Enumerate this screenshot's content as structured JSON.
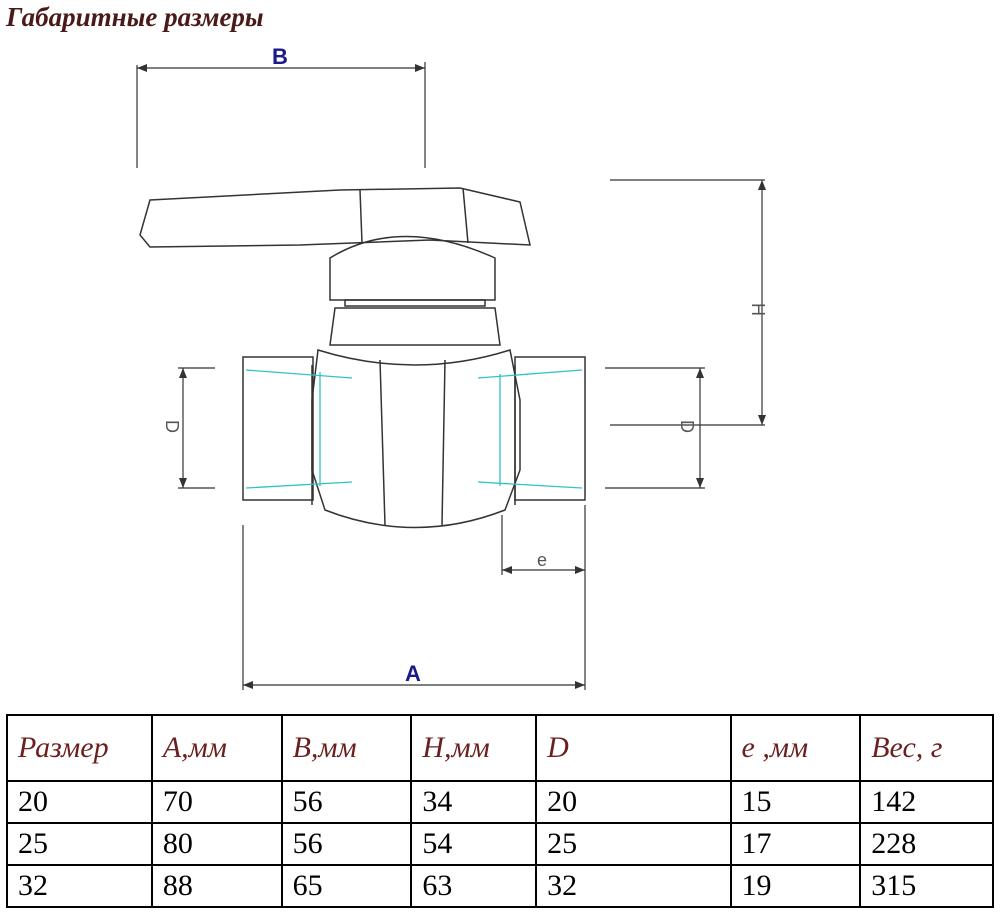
{
  "title": "Габаритные размеры",
  "dimensions": {
    "A": "A",
    "B": "B",
    "H": "H",
    "D_left": "D",
    "D_right": "D",
    "e": "e"
  },
  "colors": {
    "title": "#4a1a1a",
    "header_text": "#6b1f1f",
    "dim_blue": "#1a1a8c",
    "socket_cyan": "#2ec4c4"
  },
  "table": {
    "headers": [
      "Размер",
      "A,мм",
      "B,мм",
      "H,мм",
      "D",
      "e ,мм",
      "Вес, г"
    ],
    "rows": [
      [
        "20",
        "70",
        "56",
        "34",
        "20",
        "15",
        "142"
      ],
      [
        "25",
        "80",
        "56",
        "54",
        "25",
        "17",
        "228"
      ],
      [
        "32",
        "88",
        "65",
        "63",
        "32",
        "19",
        "315"
      ]
    ]
  }
}
